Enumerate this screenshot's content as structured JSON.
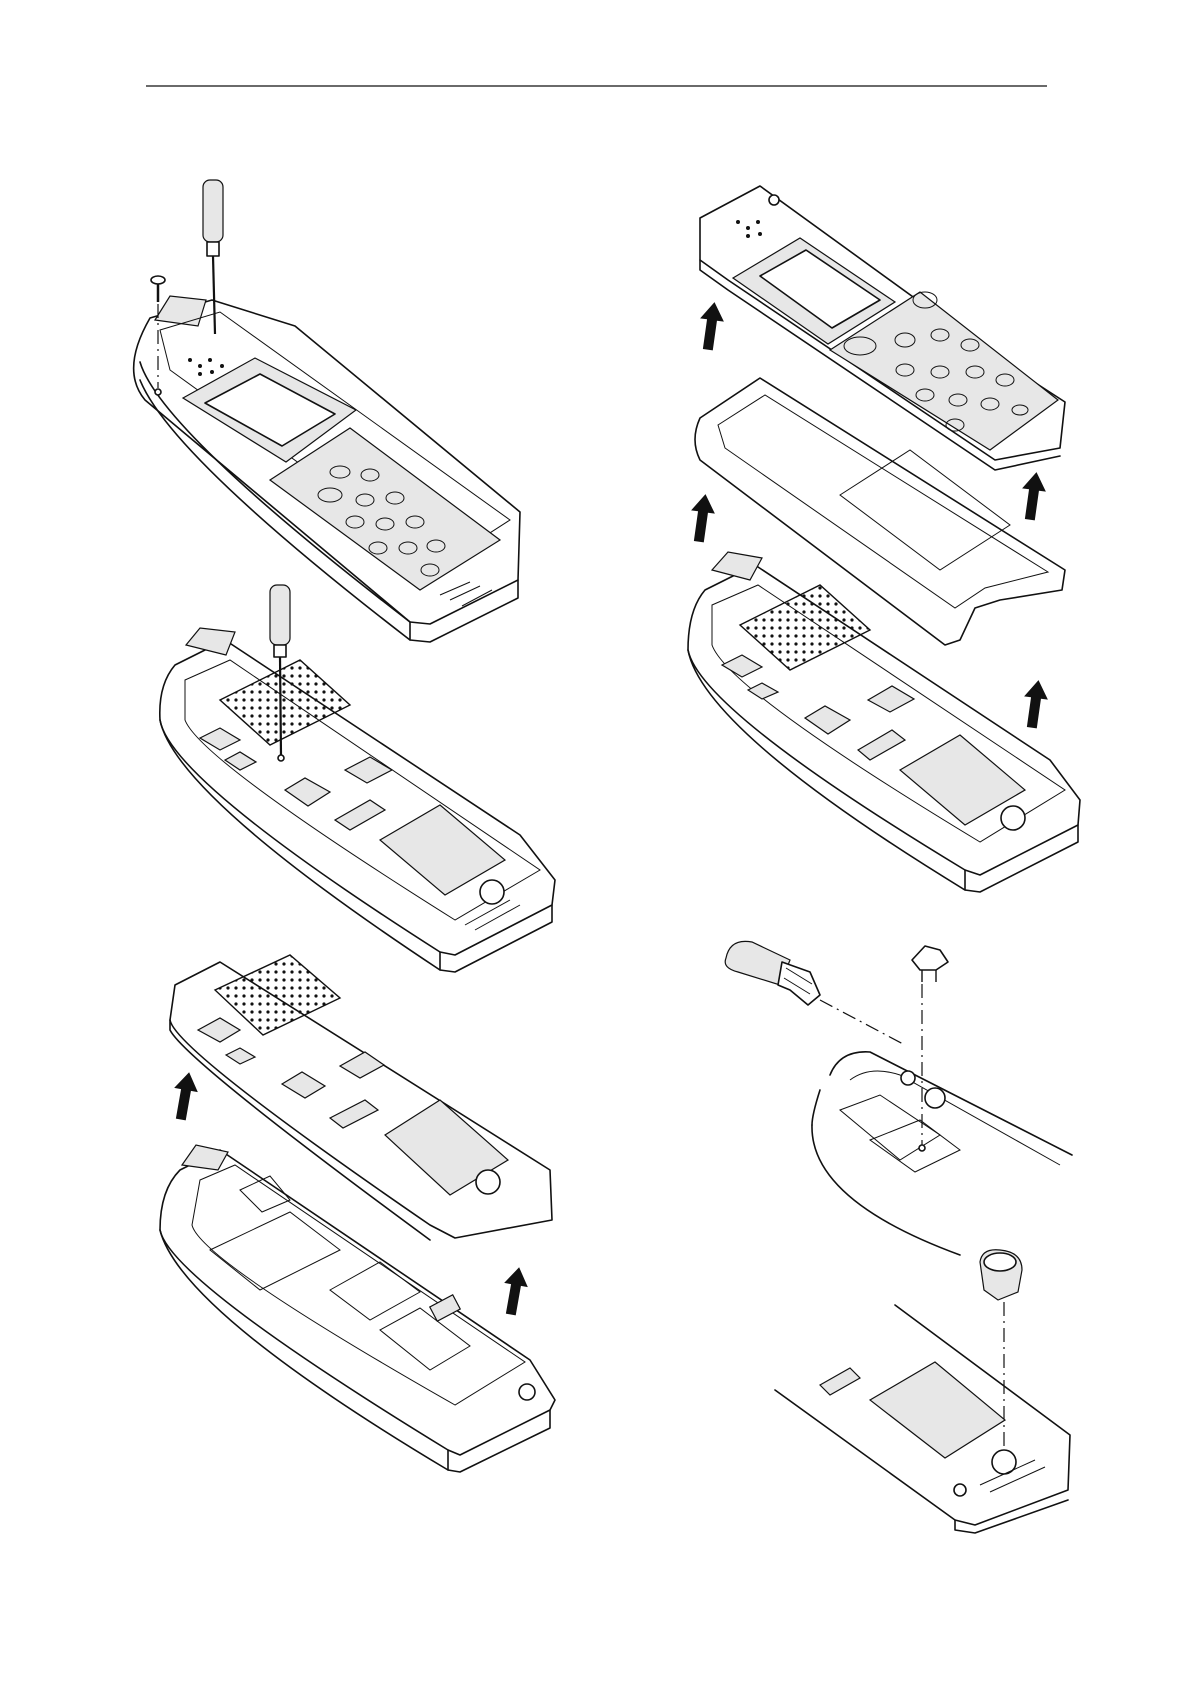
{
  "figure": {
    "background": "#ffffff",
    "line_color": "#111111",
    "panel_tint": "#e7e7e7",
    "steps": [
      {
        "id": "remove-front-screws",
        "icons": [
          "screwdriver-icon",
          "screw-icon"
        ]
      },
      {
        "id": "remove-board-screw",
        "icons": [
          "screwdriver-icon"
        ]
      },
      {
        "id": "lift-main-board",
        "icons": [
          "arrow-up-icon",
          "arrow-up-icon"
        ]
      },
      {
        "id": "lift-keyboard-and-frame",
        "icons": [
          "arrow-up-icon",
          "arrow-up-icon",
          "arrow-up-icon",
          "arrow-up-icon"
        ]
      },
      {
        "id": "remove-antenna-and-clip",
        "icons": [
          "antenna-icon",
          "clip-icon"
        ]
      },
      {
        "id": "remove-connector-cap",
        "icons": [
          "cap-icon"
        ]
      }
    ]
  }
}
